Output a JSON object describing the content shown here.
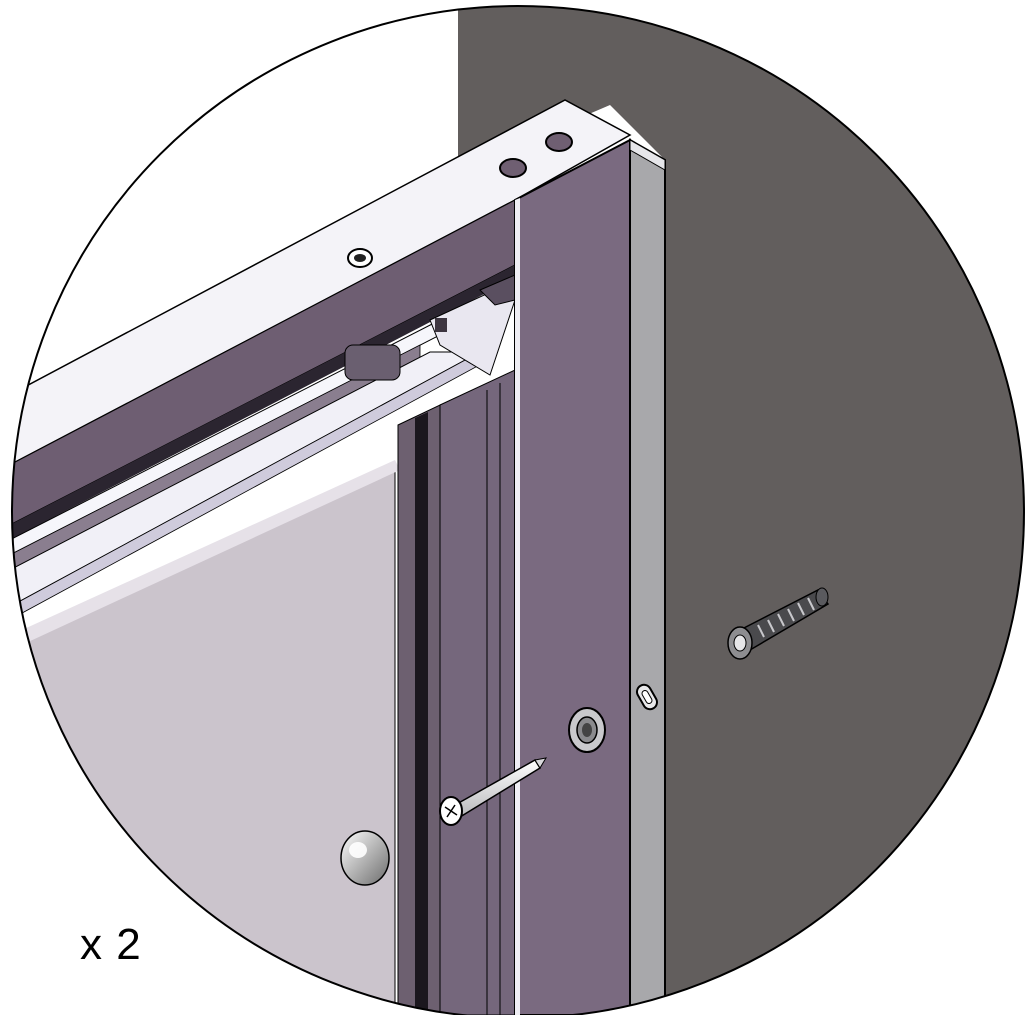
{
  "quantity_label": "x 2",
  "colors": {
    "wall": "#625e5d",
    "frame_purple": "#7a6a80",
    "frame_dark": "#3a3440",
    "frame_light": "#efeef4",
    "glass": "#cfc7cf",
    "seal_grey": "#a8a8ab",
    "outline": "#000000"
  },
  "parts": [
    "wall-plug",
    "screw",
    "cover-cap",
    "washer"
  ]
}
